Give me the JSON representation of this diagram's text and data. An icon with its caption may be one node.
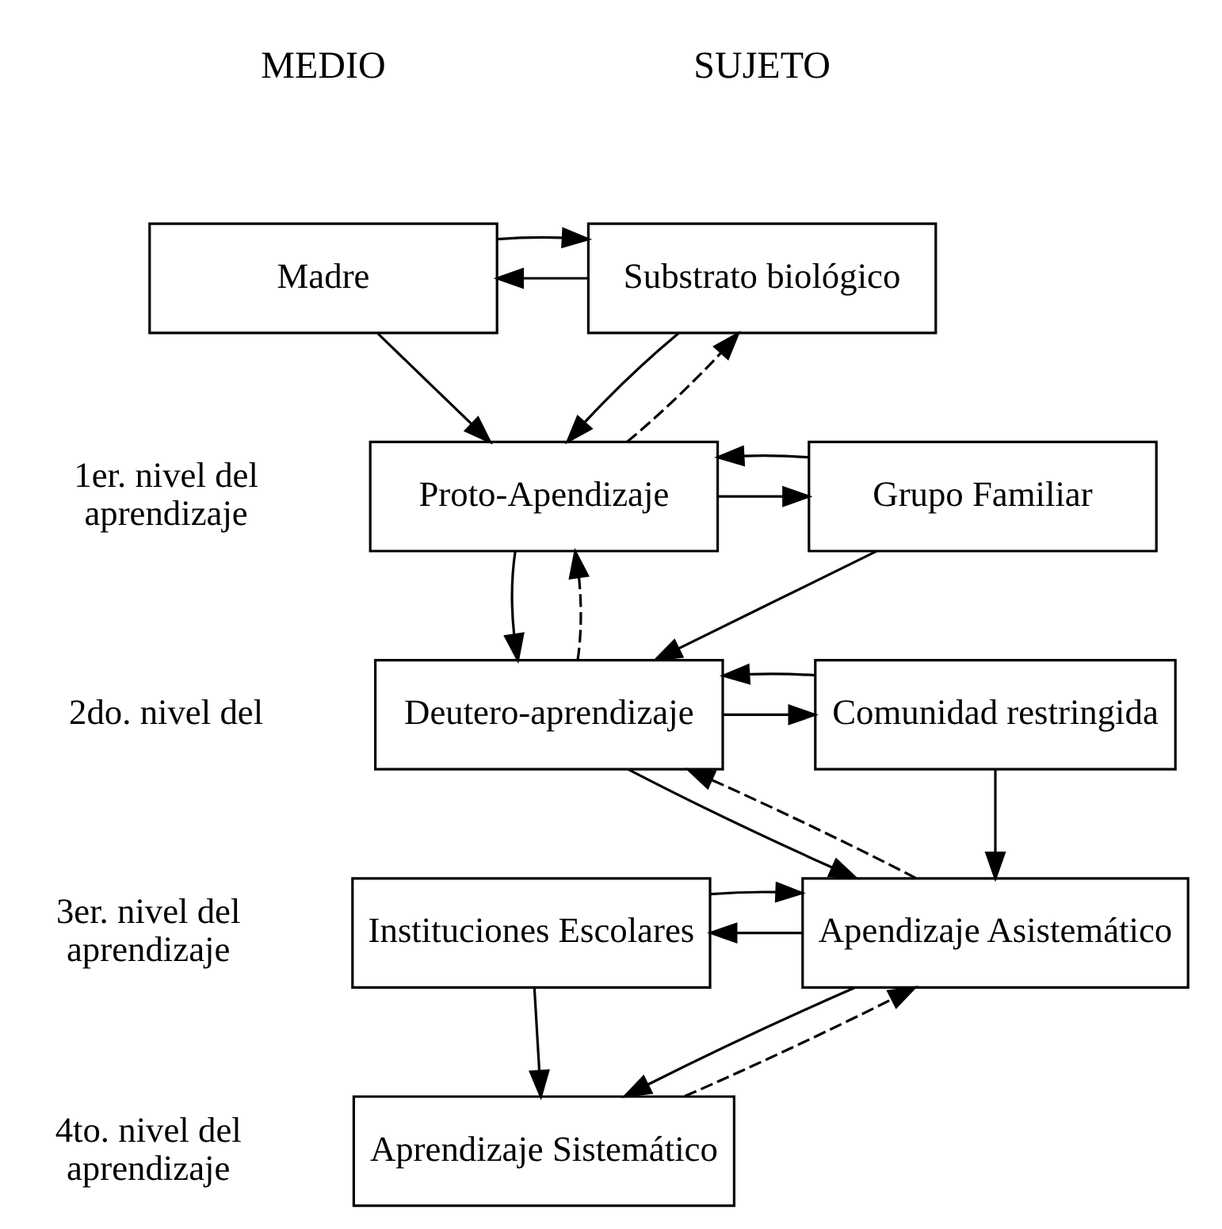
{
  "diagram": {
    "nodes": [
      {
        "text": [
          "Substrato biológico"
        ]
      },
      {
        "text": [
          "Madre"
        ]
      },
      {
        "text": [
          "Proto-Apendizaje"
        ]
      },
      {
        "text": [
          "Grupo Familiar"
        ]
      },
      {
        "text": [
          "Deutero-aprendizaje"
        ]
      },
      {
        "text": [
          "Comunidad restringida"
        ]
      },
      {
        "text": [
          "Apendizaje Asistemático"
        ]
      },
      {
        "text": [
          "Instituciones Escolares"
        ]
      },
      {
        "text": [
          "Aprendizaje Sistemático"
        ]
      }
    ],
    "edges": [
      {
        "from": 0,
        "to": 1,
        "arrow": "to"
      },
      {
        "from": 1,
        "to": 0,
        "arrow": "to"
      },
      {
        "from": 0,
        "to": 2,
        "arrow": "to"
      },
      {
        "from": 2,
        "to": 0,
        "arrow": "to",
        "style": "dashed"
      },
      {
        "from": 1,
        "to": 2,
        "arrow": "to"
      },
      {
        "from": 2,
        "to": 3,
        "arrow": "to"
      },
      {
        "from": 3,
        "to": 2,
        "arrow": "to"
      },
      {
        "from": 2,
        "to": 4,
        "arrow": "to"
      },
      {
        "from": 4,
        "to": 2,
        "arrow": "to",
        "style": "dashed"
      },
      {
        "from": 3,
        "to": 4,
        "arrow": "to"
      },
      {
        "from": 4,
        "to": 5,
        "arrow": "to"
      },
      {
        "from": 5,
        "to": 4,
        "arrow": "to"
      },
      {
        "from": 4,
        "to": 6,
        "arrow": "to"
      },
      {
        "from": 6,
        "to": 4,
        "arrow": "to",
        "style": "dashed"
      },
      {
        "from": 5,
        "to": 6,
        "arrow": "to"
      },
      {
        "from": 6,
        "to": 7,
        "arrow": "to"
      },
      {
        "from": 7,
        "to": 6,
        "arrow": "to"
      },
      {
        "from": 6,
        "to": 8,
        "arrow": "to"
      },
      {
        "from": 8,
        "to": 6,
        "arrow": "to",
        "style": "dashed"
      },
      {
        "from": 7,
        "to": 8,
        "arrow": "to"
      }
    ],
    "labels": [
      "SUJETO",
      "MEDIO",
      "1er. nivel del aprendizaje",
      "2do. nivel del",
      "3er. nivel del aprendizaje",
      "4to. nivel del aprendizaje"
    ]
  }
}
